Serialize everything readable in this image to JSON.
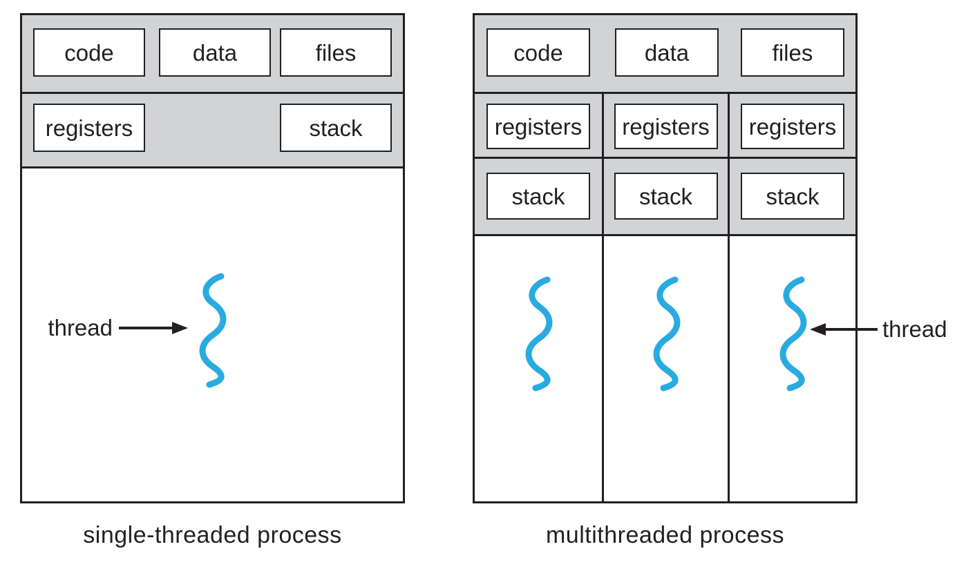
{
  "colors": {
    "gray": "#d1d3d4",
    "line": "#231f20",
    "thread_blue": "#29abe2",
    "background": "#ffffff",
    "text": "#231f20"
  },
  "left_panel": {
    "caption": "single-threaded process",
    "resource_boxes": [
      "code",
      "data",
      "files"
    ],
    "context_boxes": [
      "registers",
      "stack"
    ],
    "thread": {
      "label": "thread"
    }
  },
  "right_panel": {
    "caption": "multithreaded process",
    "resource_boxes": [
      "code",
      "data",
      "files"
    ],
    "columns": [
      {
        "registers": "registers",
        "stack": "stack"
      },
      {
        "registers": "registers",
        "stack": "stack"
      },
      {
        "registers": "registers",
        "stack": "stack"
      }
    ],
    "thread": {
      "label": "thread"
    }
  }
}
